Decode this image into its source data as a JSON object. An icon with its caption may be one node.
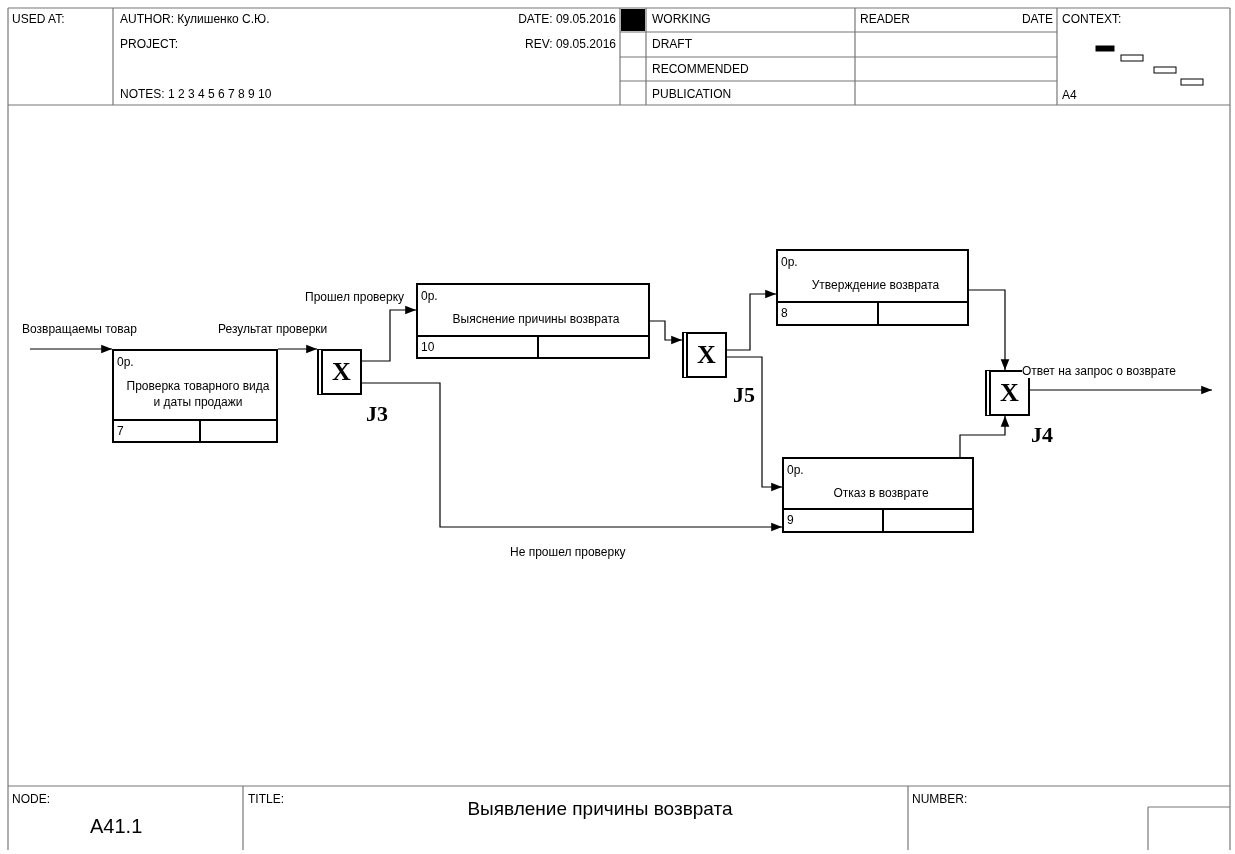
{
  "diagram": {
    "title": "Выявление причины  возврата",
    "nodes": [
      {
        "text": [
          "0р.",
          "Проверка товарного вида и даты продажи",
          "7"
        ]
      },
      {
        "text": [
          "X"
        ],
        "beside": [
          "J3"
        ]
      },
      {
        "text": [
          "0р.",
          "Выяснение причины возврата",
          "10"
        ]
      },
      {
        "text": [
          "X"
        ],
        "beside": [
          "J5"
        ]
      },
      {
        "text": [
          "0р.",
          "Утверждение возврата",
          "8"
        ]
      },
      {
        "text": [
          "0р.",
          "Отказ в возврате",
          "9"
        ]
      },
      {
        "text": [
          "X"
        ],
        "beside": [
          "J4"
        ]
      }
    ],
    "edges": [
      {
        "from": null,
        "to": 0,
        "arrow": "to",
        "label": "Возвращаемы товар"
      },
      {
        "from": 0,
        "to": 1,
        "arrow": "to",
        "label": "Результат проверки"
      },
      {
        "from": 1,
        "to": 2,
        "arrow": "to",
        "label": "Прошел проверку"
      },
      {
        "from": 1,
        "to": 5,
        "arrow": "to",
        "label": "Не прошел проверку"
      },
      {
        "from": 2,
        "to": 3,
        "arrow": "to"
      },
      {
        "from": 3,
        "to": 4,
        "arrow": "to"
      },
      {
        "from": 3,
        "to": 5,
        "arrow": "to"
      },
      {
        "from": 4,
        "to": 6,
        "arrow": "to"
      },
      {
        "from": 5,
        "to": 6,
        "arrow": "to"
      },
      {
        "from": 6,
        "to": null,
        "arrow": "to",
        "label": "Ответ на запрос о возврате"
      }
    ],
    "labels": [
      "USED AT:",
      "AUTHOR: Кулишенко С.Ю.",
      "DATE: 09.05.2016",
      "WORKING",
      "READER",
      "DATE",
      "CONTEXT:",
      "PROJECT:",
      "REV: 09.05.2016",
      "DRAFT",
      "RECOMMENDED",
      "NOTES: 1 2 3 4 5 6 7 8 9 10",
      "PUBLICATION",
      "A4",
      "NODE:",
      "A41.1",
      "TITLE:",
      "NUMBER:"
    ]
  }
}
